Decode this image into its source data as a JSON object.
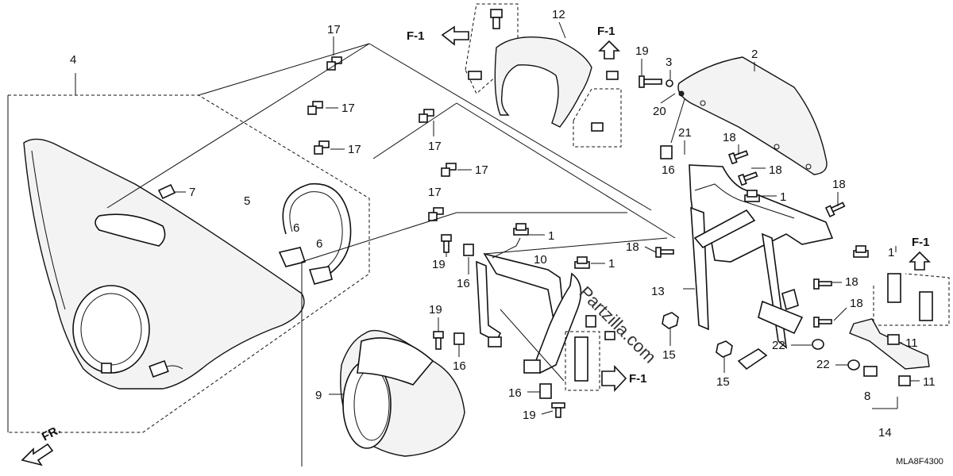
{
  "diagram": {
    "callouts": [
      {
        "id": "c-4",
        "text": "4"
      },
      {
        "id": "c-5",
        "text": "5"
      },
      {
        "id": "c-6a",
        "text": "6"
      },
      {
        "id": "c-6b",
        "text": "6"
      },
      {
        "id": "c-7",
        "text": "7"
      },
      {
        "id": "c-17a",
        "text": "17"
      },
      {
        "id": "c-17b",
        "text": "17"
      },
      {
        "id": "c-17c",
        "text": "17"
      },
      {
        "id": "c-17d",
        "text": "17"
      },
      {
        "id": "c-17e",
        "text": "17"
      },
      {
        "id": "c-17f",
        "text": "17"
      },
      {
        "id": "c-12",
        "text": "12"
      },
      {
        "id": "c-19a",
        "text": "19"
      },
      {
        "id": "c-3",
        "text": "3"
      },
      {
        "id": "c-2",
        "text": "2"
      },
      {
        "id": "c-20",
        "text": "20"
      },
      {
        "id": "c-21",
        "text": "21"
      },
      {
        "id": "c-16a",
        "text": "16"
      },
      {
        "id": "c-18a",
        "text": "18"
      },
      {
        "id": "c-18b",
        "text": "18"
      },
      {
        "id": "c-1a",
        "text": "1"
      },
      {
        "id": "c-18c",
        "text": "18"
      },
      {
        "id": "c-1b",
        "text": "1"
      },
      {
        "id": "c-10",
        "text": "10"
      },
      {
        "id": "c-1c",
        "text": "1"
      },
      {
        "id": "c-19b",
        "text": "19"
      },
      {
        "id": "c-16b",
        "text": "16"
      },
      {
        "id": "c-18d",
        "text": "18"
      },
      {
        "id": "c-13",
        "text": "13"
      },
      {
        "id": "c-1d",
        "text": "1"
      },
      {
        "id": "c-18e",
        "text": "18"
      },
      {
        "id": "c-18f",
        "text": "18"
      },
      {
        "id": "c-19c",
        "text": "19"
      },
      {
        "id": "c-16c",
        "text": "16"
      },
      {
        "id": "c-15a",
        "text": "15"
      },
      {
        "id": "c-15b",
        "text": "15"
      },
      {
        "id": "c-22a",
        "text": "22"
      },
      {
        "id": "c-11a",
        "text": "11"
      },
      {
        "id": "c-22b",
        "text": "22"
      },
      {
        "id": "c-11b",
        "text": "11"
      },
      {
        "id": "c-8",
        "text": "8"
      },
      {
        "id": "c-14",
        "text": "14"
      },
      {
        "id": "c-9",
        "text": "9"
      },
      {
        "id": "c-16d",
        "text": "16"
      },
      {
        "id": "c-19d",
        "text": "19"
      }
    ],
    "frame_refs": [
      "F-1",
      "F-1",
      "F-1",
      "F-1"
    ],
    "direction_label": "FR.",
    "watermark": "Partzilla.com",
    "diagram_code": "MLA8F4300"
  }
}
